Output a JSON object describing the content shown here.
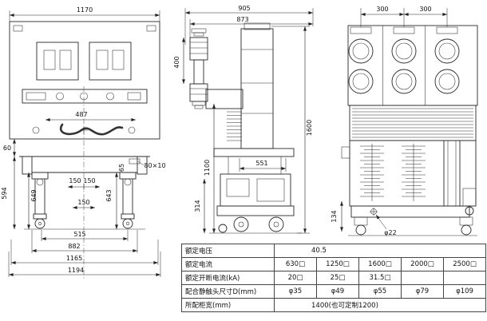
{
  "drawing": {
    "front": {
      "dim_1170": "1170",
      "dim_487": "487",
      "dim_60": "60",
      "dim_594": "594",
      "dim_649": "649",
      "dim_643": "643",
      "dim_65": "65",
      "dim_80x10": "80×10",
      "dim_150_l": "150",
      "dim_150_r": "150",
      "dim_150_c": "150",
      "dim_515": "515",
      "dim_882": "882",
      "dim_1165": "1165",
      "dim_1194": "1194"
    },
    "side": {
      "dim_905": "905",
      "dim_873": "873",
      "dim_400": "400",
      "dim_1600": "1600",
      "dim_1100": "1100",
      "dim_551": "551",
      "dim_314": "314"
    },
    "rear": {
      "dim_300_l": "300",
      "dim_300_r": "300",
      "dim_134": "134",
      "dim_phi22": "φ22"
    }
  },
  "table": {
    "rows": [
      {
        "label": "额定电压",
        "merged": "40.5"
      },
      {
        "label": "额定电流",
        "cells": [
          "630□",
          "1250□",
          "1600□",
          "2000□",
          "2500□"
        ]
      },
      {
        "label": "额定开断电流(kA)",
        "cells": [
          "20□",
          "25□",
          "31.5□",
          "",
          ""
        ]
      },
      {
        "label": "配合静触头尺寸D(mm)",
        "cells": [
          "φ35",
          "φ49",
          "φ55",
          "φ79",
          "φ109"
        ]
      },
      {
        "label": "所配柜宽(mm)",
        "merged": "1400(也可定制1200)"
      }
    ]
  }
}
